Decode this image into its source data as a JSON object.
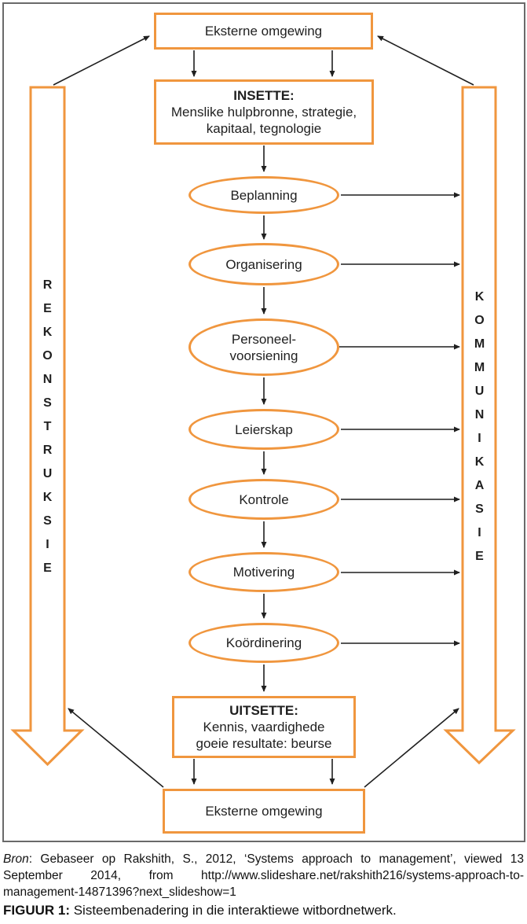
{
  "colors": {
    "accent": "#F0963E",
    "line": "#1f1f1f",
    "frame": "#6a6a6a"
  },
  "diagram": {
    "top_box": "Eksterne omgewing",
    "insette": {
      "title": "INSETTE:",
      "line1": "Menslike hulpbronne, strategie,",
      "line2": "kapitaal, tegnologie"
    },
    "steps": [
      "Beplanning",
      "Organisering",
      "Personeel-\nvoorsiening",
      "Leierskap",
      "Kontrole",
      "Motivering",
      "Koördinering"
    ],
    "uitsette": {
      "title": "UITSETTE:",
      "line1": "Kennis, vaardighede",
      "line2": "goeie resultate: beurse"
    },
    "bottom_box": "Eksterne omgewing",
    "left_word": "REKONSTRUKSIE",
    "right_word": "KOMMUNIKASIE"
  },
  "caption": {
    "source_label": "Bron",
    "source_text": ": Gebaseer op Rakshith, S., 2012, ‘Systems approach to management’, viewed 13 September 2014, from http://www.slideshare.net/rakshith216/systems-approach-to-management-14871396?next_slideshow=1",
    "figure_label": "FIGUUR 1:",
    "figure_text": " Sisteembenadering in die interaktiewe witbordnetwerk."
  }
}
